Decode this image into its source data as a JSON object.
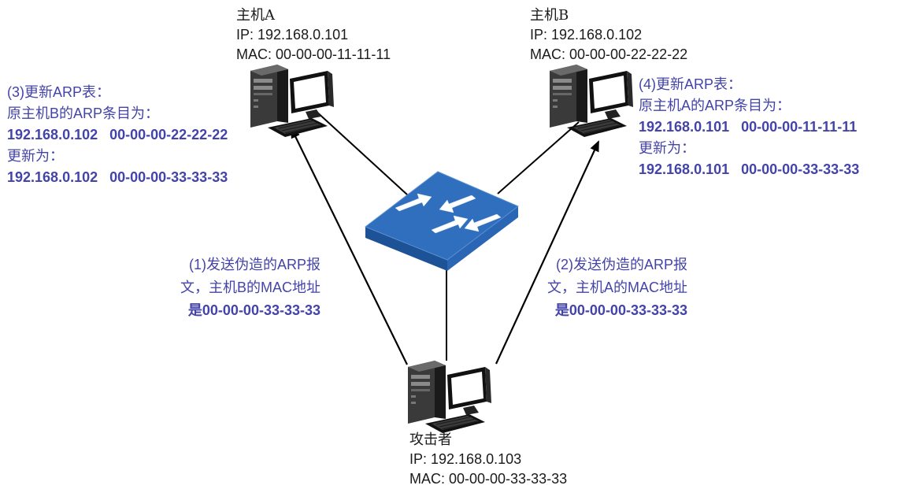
{
  "host_a": {
    "name": "主机A",
    "ip": "IP: 192.168.0.101",
    "mac": "MAC: 00-00-00-11-11-11"
  },
  "host_b": {
    "name": "主机B",
    "ip": "IP: 192.168.0.102",
    "mac": "MAC: 00-00-00-22-22-22"
  },
  "attacker": {
    "name": "攻击者",
    "ip": "IP: 192.168.0.103",
    "mac": "MAC: 00-00-00-33-33-33"
  },
  "step3": {
    "line1": "(3)更新ARP表：",
    "line2": "原主机B的ARP条目为：",
    "line3": "192.168.0.102   00-00-00-22-22-22",
    "line4": "更新为：",
    "line5": "192.168.0.102   00-00-00-33-33-33"
  },
  "step4": {
    "line1": "(4)更新ARP表：",
    "line2": "原主机A的ARP条目为：",
    "line3": "192.168.0.101   00-00-00-11-11-11",
    "line4": "更新为：",
    "line5": "192.168.0.101   00-00-00-33-33-33"
  },
  "step1": {
    "line1": "(1)发送伪造的ARP报",
    "line2": "文，主机B的MAC地址",
    "line3": "是00-00-00-33-33-33"
  },
  "step2": {
    "line1": "(2)发送伪造的ARP报",
    "line2": "文，主机A的MAC地址",
    "line3": "是00-00-00-33-33-33"
  },
  "colors": {
    "annotation": "#4444a8",
    "switch_top": "#2a6ab8",
    "switch_front": "#1f56a0",
    "computer_dark": "#1c1c1c",
    "line": "#000000"
  }
}
